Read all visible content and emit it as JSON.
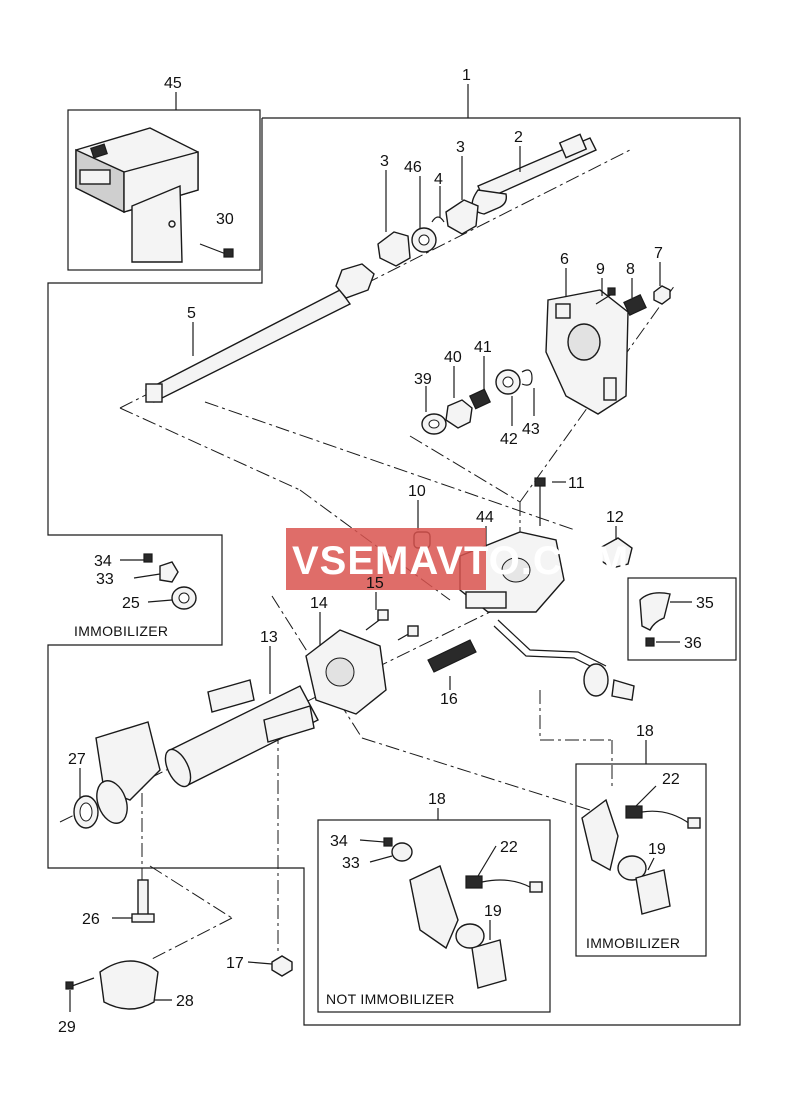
{
  "watermark": {
    "text": "VSEMAVTO.COM",
    "color": "#d9534f"
  },
  "callouts": {
    "c1": "1",
    "c2": "2",
    "c3a": "3",
    "c3b": "3",
    "c4": "4",
    "c5": "5",
    "c6": "6",
    "c7": "7",
    "c8": "8",
    "c9": "9",
    "c10": "10",
    "c11": "11",
    "c12": "12",
    "c13": "13",
    "c14": "14",
    "c15": "15",
    "c16": "16",
    "c17": "17",
    "c18a": "18",
    "c18b": "18",
    "c19a": "19",
    "c19b": "19",
    "c22a": "22",
    "c22b": "22",
    "c25": "25",
    "c26": "26",
    "c27": "27",
    "c28": "28",
    "c29": "29",
    "c30": "30",
    "c33a": "33",
    "c33b": "33",
    "c34a": "34",
    "c34b": "34",
    "c35": "35",
    "c36": "36",
    "c39": "39",
    "c40": "40",
    "c41": "41",
    "c42": "42",
    "c43": "43",
    "c44": "44",
    "c45": "45",
    "c46": "46"
  },
  "labels": {
    "immobilizer_left": "IMMOBILIZER",
    "immobilizer_right": "IMMOBILIZER",
    "not_immobilizer": "NOT IMMOBILIZER"
  }
}
